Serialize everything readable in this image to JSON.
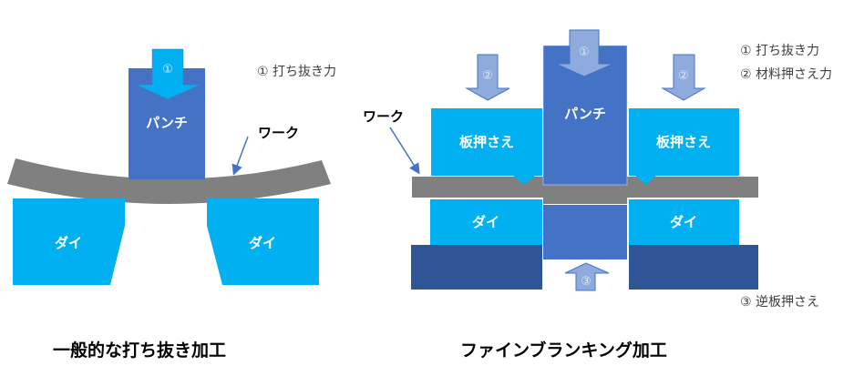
{
  "left": {
    "punch": "パンチ",
    "work": "ワーク",
    "die_left": "ダイ",
    "die_right": "ダイ",
    "arrow_num": "①",
    "legend": [
      "① 打ち抜き力"
    ],
    "title": "一般的な打ち抜き加工"
  },
  "right": {
    "punch": "パンチ",
    "work": "ワーク",
    "holder_left": "板押さえ",
    "holder_right": "板押さえ",
    "die_left": "ダイ",
    "die_right": "ダイ",
    "arrow1": "①",
    "arrow2": "②",
    "arrow3": "③",
    "legend": [
      "① 打ち抜き力",
      "② 材料押さえ力",
      "③ 逆板押さえ"
    ],
    "title": "ファインブランキング加工"
  },
  "colors": {
    "punch": "#4472c4",
    "die": "#00b0f0",
    "work": "#808080",
    "base": "#2f5597",
    "arrow_light": "#8faadc"
  }
}
